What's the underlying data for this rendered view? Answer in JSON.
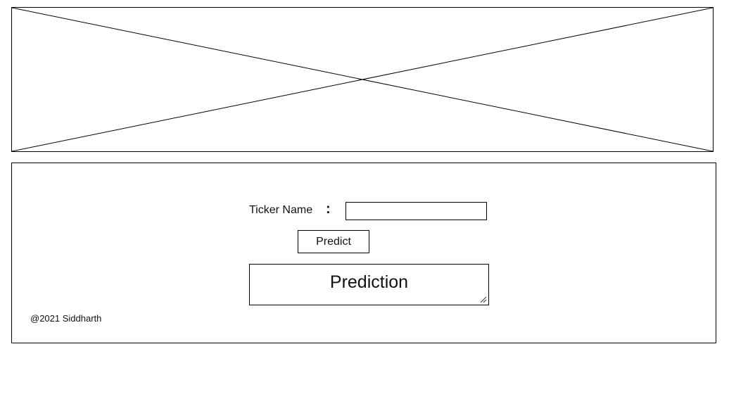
{
  "header_image": {
    "icon": "image-placeholder-icon"
  },
  "form": {
    "ticker_label": "Ticker Name",
    "separator": ":",
    "ticker_input_value": "",
    "ticker_input_placeholder": "",
    "predict_button_label": "Predict",
    "prediction_output": "Prediction"
  },
  "footer": {
    "copyright": "@2021 Siddharth"
  }
}
